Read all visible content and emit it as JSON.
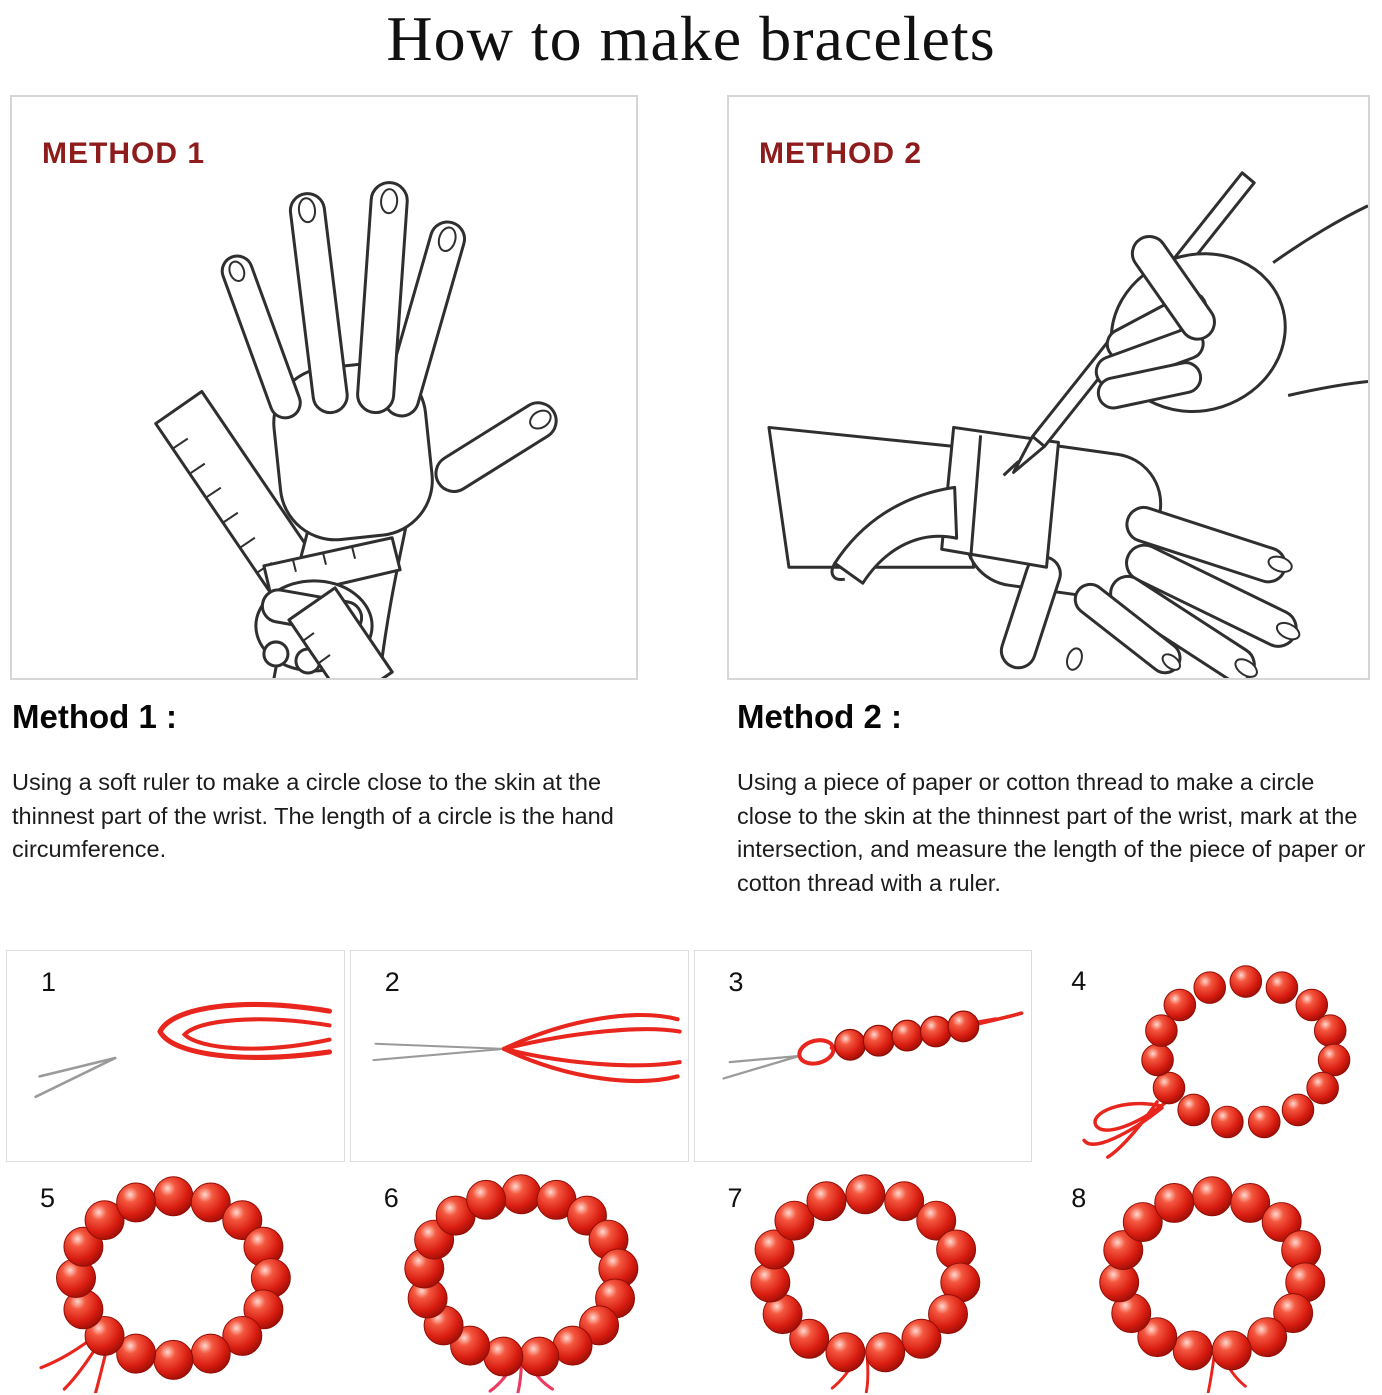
{
  "page": {
    "title": "How to make bracelets"
  },
  "colors": {
    "method_label": "#8e1c1c",
    "line_art": "#2f2f2f",
    "cord_red": "#e8261d",
    "bead_red": "#d81c10",
    "string_pink": "#ee3a5f",
    "panel_border": "#dcdcdc"
  },
  "methods": [
    {
      "label": "METHOD 1",
      "heading": "Method 1 :",
      "description": "Using a soft ruler to make a circle close to the skin at the thinnest part of the wrist. The length of a circle is the hand circumference."
    },
    {
      "label": "METHOD 2",
      "heading": "Method 2 :",
      "description": "Using a piece of paper or cotton thread to make a circle close to the skin at the thinnest part of the wrist, mark at the intersection, and measure the length of the piece of paper or cotton thread with a ruler."
    }
  ],
  "steps": [
    {
      "number": "1"
    },
    {
      "number": "2"
    },
    {
      "number": "3"
    },
    {
      "number": "4"
    },
    {
      "number": "5"
    },
    {
      "number": "6"
    },
    {
      "number": "7"
    },
    {
      "number": "8"
    }
  ]
}
